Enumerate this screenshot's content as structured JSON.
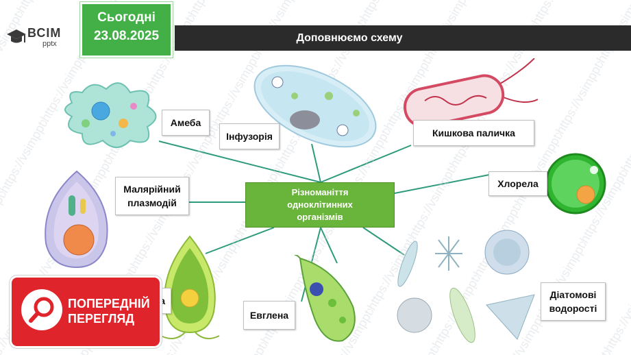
{
  "date": {
    "line1": "Сьогодні",
    "line2": "23.08.2025"
  },
  "logo": {
    "name": "ВСІМ",
    "sub": "pptx"
  },
  "slide": {
    "title": "Доповнюємо схему"
  },
  "center": {
    "line1": "Різноманіття",
    "line2": "одноклітинних",
    "line3": "організмів"
  },
  "labels": {
    "ameba": "Амеба",
    "infusoria": "Інфузорія",
    "ecoli": "Кишкова паличка",
    "chlorella": "Хлорела",
    "malaria_1": "Малярійний",
    "malaria_2": "плазмодій",
    "chlamydomonas": "ада",
    "euglena": "Евглена",
    "diatoms_1": "Діатомові",
    "diatoms_2": "водорості"
  },
  "preview": {
    "line1": "ПОПЕРЕДНІЙ",
    "line2": "ПЕРЕГЛЯД"
  },
  "colors": {
    "accent_green": "#43b047",
    "center_green": "#69b43a",
    "connector": "#2e9a7c",
    "preview_red": "#e0242b",
    "title_bar": "#2b2b2b"
  },
  "watermark": "https://vsimpptx.com"
}
